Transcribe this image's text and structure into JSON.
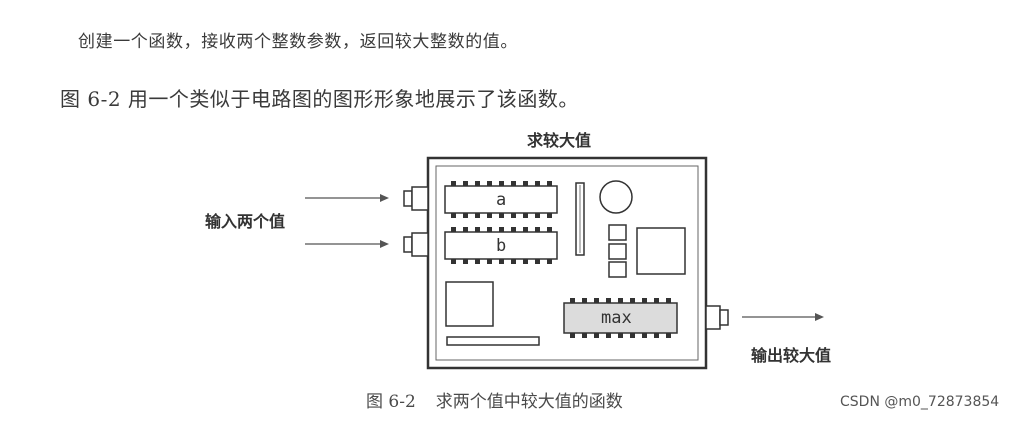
{
  "text": {
    "line1": "创建一个函数，接收两个整数参数，返回较大整数的值。",
    "line2": "图 6-2 用一个类似于电路图的图形形象地展示了该函数。"
  },
  "figure": {
    "title": "求较大值",
    "input_label": "输入两个值",
    "output_label": "输出较大值",
    "chip_a": "a",
    "chip_b": "b",
    "chip_max": "max"
  },
  "caption": {
    "number": "图 6-2",
    "text": "求两个值中较大值的函数"
  },
  "watermark": "CSDN @m0_72873854"
}
